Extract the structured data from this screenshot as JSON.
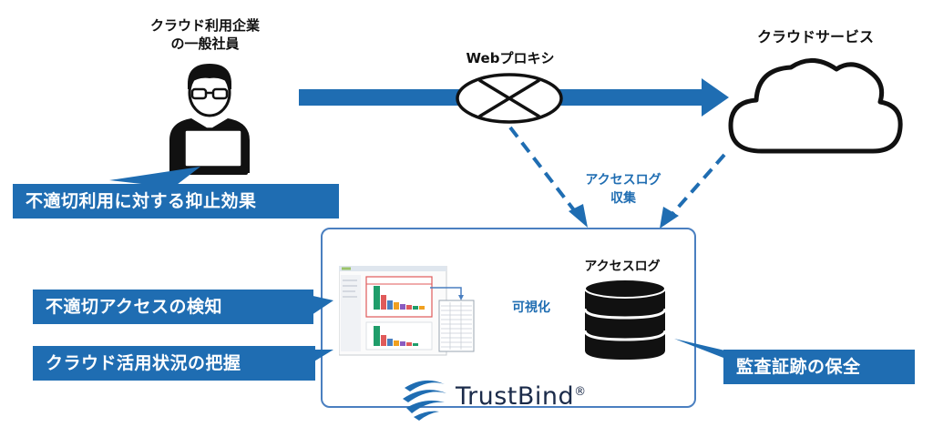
{
  "labels": {
    "user_line1": "クラウド利用企業",
    "user_line2": "の一般社員",
    "proxy": "Webプロキシ",
    "cloud": "クラウドサービス",
    "collect_line1": "アクセスログ",
    "collect_line2": "収集",
    "db": "アクセスログ",
    "visualize": "可視化"
  },
  "callouts": {
    "deterrence": "不適切利用に対する抑止効果",
    "detection": "不適切アクセスの検知",
    "usage": "クラウド活用状況の把握",
    "audit": "監査証跡の保全"
  },
  "brand": {
    "name": "TrustBind",
    "registered": "®"
  },
  "colors": {
    "accent": "#1f6db2",
    "panel_border": "#4a7fc0",
    "dark": "#111111"
  },
  "icons": [
    "person-icon",
    "laptop-icon",
    "proxy-icon",
    "cloud-icon",
    "database-icon",
    "dashboard-screenshot",
    "trustbind-logo-icon"
  ]
}
